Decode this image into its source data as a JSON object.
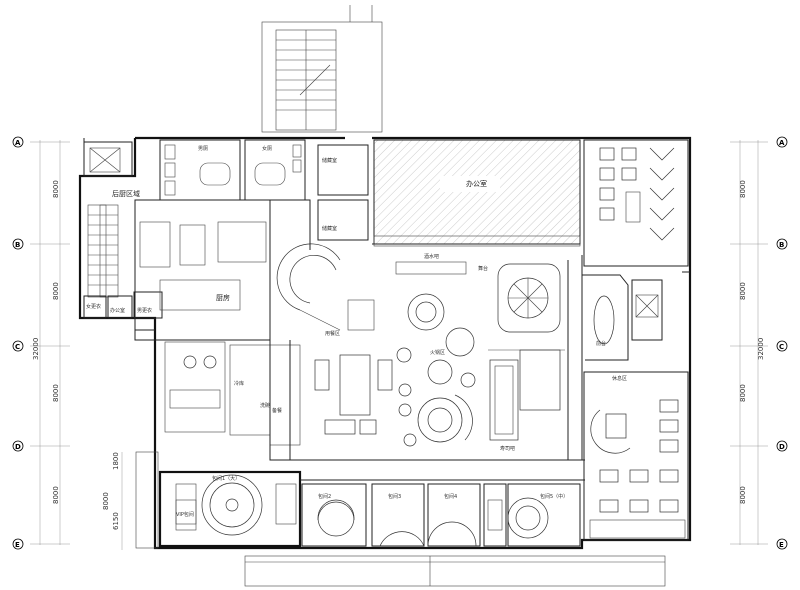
{
  "rooms": {
    "back_kitchen": "后厨区域",
    "male_wc": "男厕",
    "female_wc": "女厕",
    "storage_1": "储藏室",
    "storage_2": "储藏室",
    "office": "办公室",
    "wine_cellar": "酒水吧",
    "vip_room": "VIP包间",
    "kitchen": "厨房",
    "locker_f": "女更衣",
    "locker_m": "男更衣",
    "office_small": "办公室",
    "cold_room": "冷库",
    "dining_hall": "用餐区",
    "hot_pot": "火锅区",
    "sushi": "寿司吧",
    "reception": "前台",
    "stage": "舞台",
    "private_room_big": "包间1（大）",
    "private_room_2": "包间2",
    "private_room_3": "包间3",
    "private_room_4": "包间4",
    "private_room_5": "包间5（中）",
    "lounge": "休息区",
    "wash": "洗碗",
    "prep": "备餐"
  },
  "dimensions": {
    "left_1": "8000",
    "left_2": "8000",
    "left_3": "8000",
    "left_4": "8000",
    "left_total": "32000",
    "right_1": "8000",
    "right_2": "8000",
    "right_3": "8000",
    "right_4": "8000",
    "right_total": "32000",
    "small_1": "1800",
    "small_2": "8000",
    "small_3": "6150"
  },
  "axis_markers": {
    "left": [
      "A",
      "B",
      "C",
      "D",
      "E"
    ],
    "right": [
      "A",
      "B",
      "C",
      "D",
      "E"
    ]
  }
}
